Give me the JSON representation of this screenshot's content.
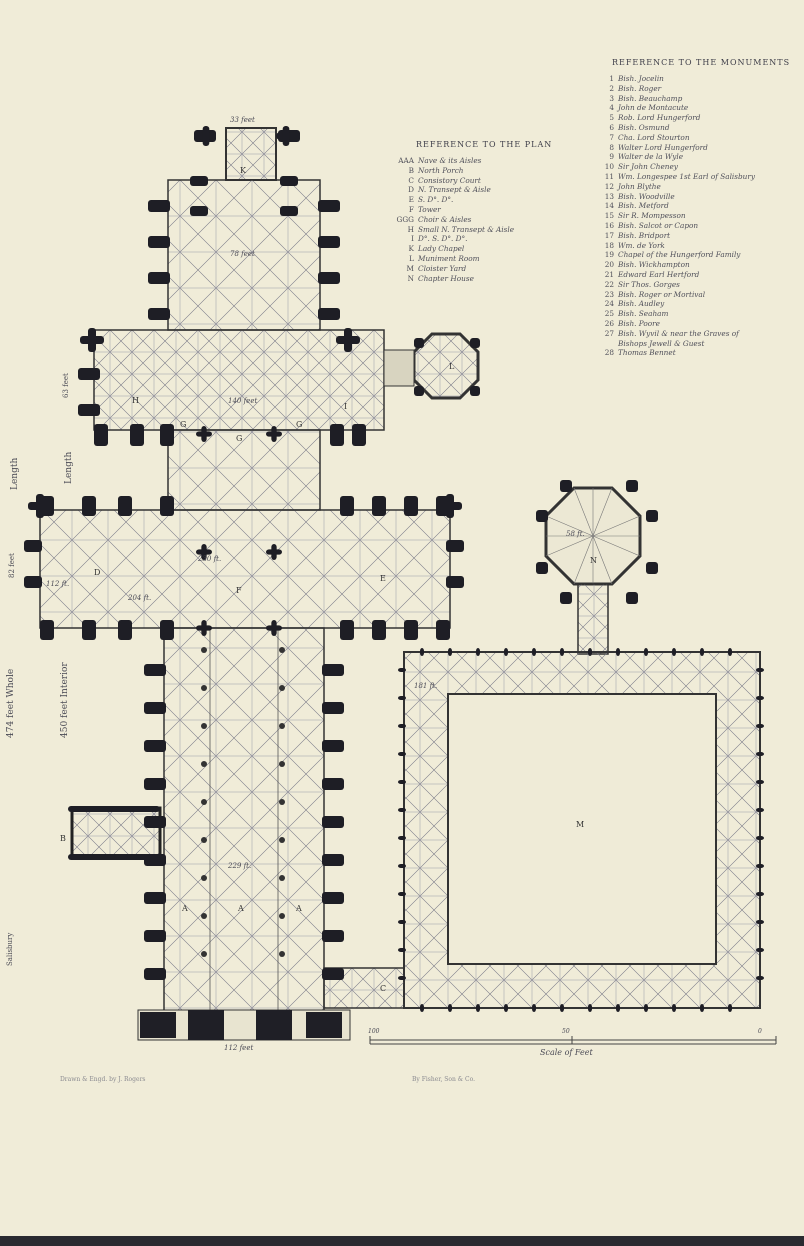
{
  "plan_reference": {
    "heading": "REFERENCE TO THE PLAN",
    "items": [
      {
        "key": "AAA",
        "text": "Nave & its Aisles"
      },
      {
        "key": "B",
        "text": "North Porch"
      },
      {
        "key": "C",
        "text": "Consistory Court"
      },
      {
        "key": "D",
        "text": "N. Transept & Aisle"
      },
      {
        "key": "E",
        "text": "S. D°. D°."
      },
      {
        "key": "F",
        "text": "Tower"
      },
      {
        "key": "GGG",
        "text": "Choir & Aisles"
      },
      {
        "key": "H",
        "text": "Small N. Transept & Aisle"
      },
      {
        "key": "I",
        "text": "D°. S. D°. D°."
      },
      {
        "key": "K",
        "text": "Lady Chapel"
      },
      {
        "key": "L",
        "text": "Muniment Room"
      },
      {
        "key": "M",
        "text": "Cloister Yard"
      },
      {
        "key": "N",
        "text": "Chapter House"
      }
    ]
  },
  "monument_reference": {
    "heading": "REFERENCE TO THE MONUMENTS",
    "items": [
      {
        "key": "1",
        "text": "Bish. Jocelin"
      },
      {
        "key": "2",
        "text": "Bish. Roger"
      },
      {
        "key": "3",
        "text": "Bish. Beauchamp"
      },
      {
        "key": "4",
        "text": "John de Montacute"
      },
      {
        "key": "5",
        "text": "Rob. Lord Hungerford"
      },
      {
        "key": "6",
        "text": "Bish. Osmund"
      },
      {
        "key": "7",
        "text": "Cha. Lord Stourton"
      },
      {
        "key": "8",
        "text": "Walter Lord Hungerford"
      },
      {
        "key": "9",
        "text": "Walter de la Wyle"
      },
      {
        "key": "10",
        "text": "Sir John Cheney"
      },
      {
        "key": "11",
        "text": "Wm. Longespee 1st Earl of Salisbury"
      },
      {
        "key": "12",
        "text": "John Blythe"
      },
      {
        "key": "13",
        "text": "Bish. Woodville"
      },
      {
        "key": "14",
        "text": "Bish. Metford"
      },
      {
        "key": "15",
        "text": "Sir R. Mompesson"
      },
      {
        "key": "16",
        "text": "Bish. Salcot or Capon"
      },
      {
        "key": "17",
        "text": "Bish. Bridport"
      },
      {
        "key": "18",
        "text": "Wm. de York"
      },
      {
        "key": "19",
        "text": "Chapel of the Hungerford Family"
      },
      {
        "key": "20",
        "text": "Bish. Wickhampton"
      },
      {
        "key": "21",
        "text": "Edward Earl Hertford"
      },
      {
        "key": "22",
        "text": "Sir Thos. Gorges"
      },
      {
        "key": "23",
        "text": "Bish. Roger or Mortival"
      },
      {
        "key": "24",
        "text": "Bish. Audley"
      },
      {
        "key": "25",
        "text": "Bish. Seaham"
      },
      {
        "key": "26",
        "text": "Bish. Poore"
      },
      {
        "key": "27",
        "text": "Bish. Wyvil & near the Graves of"
      },
      {
        "key": "",
        "text": "Bishops Jewell & Guest"
      },
      {
        "key": "28",
        "text": "Thomas Bennet"
      }
    ]
  },
  "dimensions": {
    "length_whole": "474 feet Whole",
    "length_interior": "450 feet Interior",
    "length_label_1": "Length",
    "length_label_2": "Length",
    "west_front": "112 feet",
    "transept_width": "82 feet",
    "small_transept": "63 feet",
    "lady_chapel_top": "33 feet",
    "cloister": "181 ft.",
    "chapter_house": "58 ft.",
    "transept_length": "230 ft.",
    "choir_length": "140 feet",
    "lady_chapel_len": "78 feet",
    "nave_len": "229 ft.",
    "n_transept_len": "204 ft.",
    "n_transept_w": "112 ft."
  },
  "scale": {
    "label": "Scale of Feet",
    "ticks": [
      "100",
      "50",
      "0"
    ]
  },
  "credits": {
    "left": "Drawn & Engd. by J. Rogers",
    "right": "By Fisher, Son & Co.",
    "side": "Salisbury"
  },
  "letters": {
    "K": "K",
    "L": "L",
    "N": "N",
    "M": "M",
    "C": "C",
    "B": "B",
    "D": "D",
    "E": "E",
    "F": "F",
    "G1": "G",
    "G2": "G",
    "G3": "G",
    "H": "H",
    "I": "I",
    "A1": "A",
    "A2": "A",
    "A3": "A"
  }
}
